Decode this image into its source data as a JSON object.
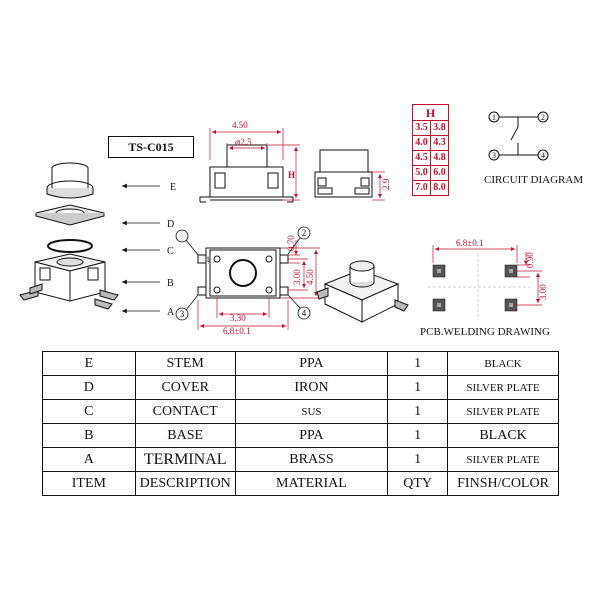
{
  "part_number": "TS-C015",
  "height_table": {
    "header": "H",
    "rows": [
      [
        "3.5",
        "3.8"
      ],
      [
        "4.0",
        "4.3"
      ],
      [
        "4.5",
        "4.8"
      ],
      [
        "5.0",
        "6.0"
      ],
      [
        "7.0",
        "8.0"
      ]
    ]
  },
  "labels": {
    "circuit_diagram": "CIRCUIT DIAGRAM",
    "pcb_welding_drawing": "PCB.WELDING DRAWING"
  },
  "exploded_letters": [
    "E",
    "D",
    "C",
    "B",
    "A"
  ],
  "pin_numbers": [
    "1",
    "2",
    "3",
    "4"
  ],
  "dimensions": {
    "width_top": "4.50",
    "stem_dia": "⌀2.5",
    "height": "H",
    "side_height": "2.9",
    "pin_width": "0.70",
    "pitch_v": "3.00",
    "body_v": "4.50",
    "pitch_h": "3.30",
    "overall": "6.8±0.1",
    "pcb_overall": "6.8±0.1",
    "pad_size": "0.90",
    "pcb_pitch": "3.00",
    "small_one": "1"
  },
  "bom": {
    "rows": [
      {
        "item": "E",
        "description": "STEM",
        "material": "PPA",
        "qty": "1",
        "finish": "BLACK"
      },
      {
        "item": "D",
        "description": "COVER",
        "material": "IRON",
        "qty": "1",
        "finish": "SILVER PLATE"
      },
      {
        "item": "C",
        "description": "CONTACT",
        "material": "SUS",
        "qty": "1",
        "finish": "SILVER PLATE"
      },
      {
        "item": "B",
        "description": "BASE",
        "material": "PPA",
        "qty": "1",
        "finish": "BLACK"
      },
      {
        "item": "A",
        "description": "TERMINAL",
        "material": "BRASS",
        "qty": "1",
        "finish": "SILVER PLATE"
      }
    ],
    "header": {
      "item": "ITEM",
      "description": "DESCRIPTION",
      "material": "MATERIAL",
      "qty": "QTY",
      "finish": "FINSH/COLOR"
    }
  },
  "colors": {
    "line": "#111111",
    "dimension": "#c8102e",
    "pad": "#555555"
  }
}
